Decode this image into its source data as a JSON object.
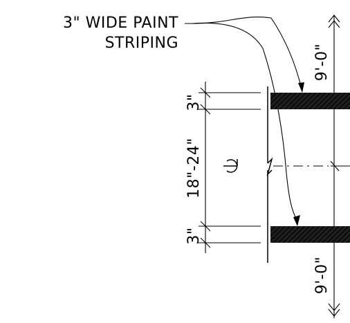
{
  "callout": {
    "line1": "3\" WIDE PAINT",
    "line2": "STRIPING"
  },
  "dimensions": {
    "top_stall": "9'-0\"",
    "bottom_stall": "9'-0\"",
    "stripe_top": "3\"",
    "stripe_bottom": "3\"",
    "gap": "18\"-24\""
  },
  "centerline_symbol": "centerline-symbol",
  "colors": {
    "ink": "#000000",
    "stripe_fill": "#111111",
    "background": "#ffffff"
  }
}
